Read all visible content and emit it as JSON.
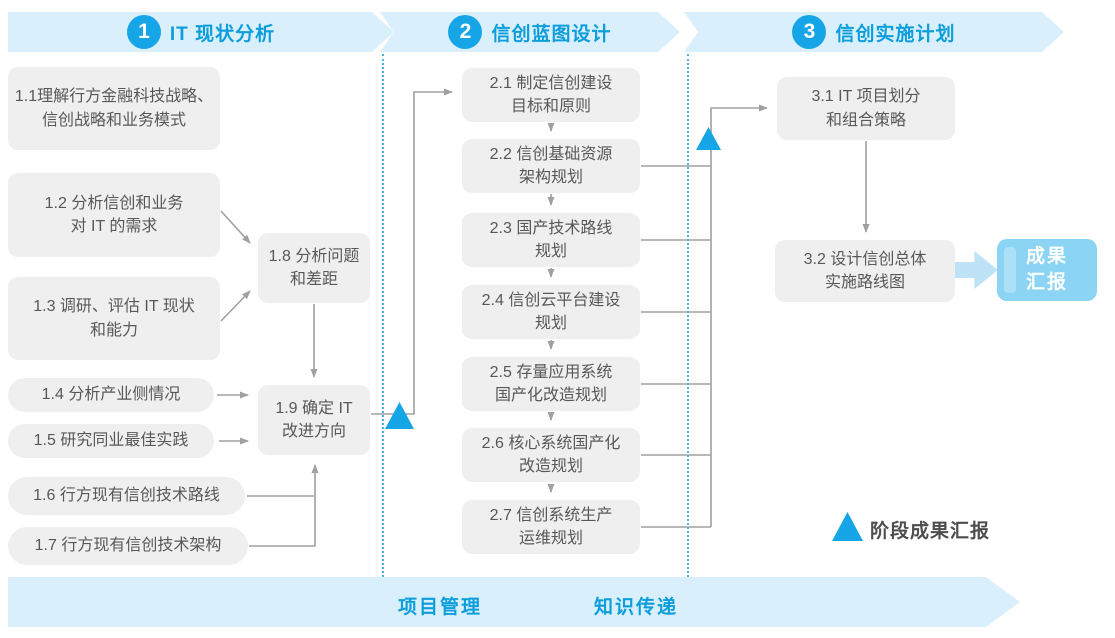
{
  "phases": [
    {
      "number": "1",
      "title": "IT 现状分析"
    },
    {
      "number": "2",
      "title": "信创蓝图设计"
    },
    {
      "number": "3",
      "title": "信创实施计划"
    }
  ],
  "phase1": {
    "b11": {
      "l1": "1.1理解行方金融科技战略、",
      "l2": "信创战略和业务模式"
    },
    "b12": {
      "l1": "1.2 分析信创和业务",
      "l2": "对 IT 的需求"
    },
    "b13": {
      "l1": "1.3 调研、评估 IT 现状",
      "l2": "和能力"
    },
    "b14": {
      "l1": "1.4 分析产业侧情况"
    },
    "b15": {
      "l1": "1.5 研究同业最佳实践"
    },
    "b16": {
      "l1": "1.6 行方现有信创技术路线"
    },
    "b17": {
      "l1": "1.7 行方现有信创技术架构"
    },
    "b18": {
      "l1": "1.8 分析问题",
      "l2": "和差距"
    },
    "b19": {
      "l1": "1.9 确定 IT",
      "l2": "改进方向"
    }
  },
  "phase2": {
    "b21": {
      "l1": "2.1 制定信创建设",
      "l2": "目标和原则"
    },
    "b22": {
      "l1": "2.2 信创基础资源",
      "l2": "架构规划"
    },
    "b23": {
      "l1": "2.3 国产技术路线",
      "l2": "规划"
    },
    "b24": {
      "l1": "2.4 信创云平台建设",
      "l2": "规划"
    },
    "b25": {
      "l1": "2.5 存量应用系统",
      "l2": "国产化改造规划"
    },
    "b26": {
      "l1": "2.6 核心系统国产化",
      "l2": "改造规划"
    },
    "b27": {
      "l1": "2.7 信创系统生产",
      "l2": "运维规划"
    }
  },
  "phase3": {
    "b31": {
      "l1": "3.1 IT 项目划分",
      "l2": "和组合策略"
    },
    "b32": {
      "l1": "3.2 设计信创总体",
      "l2": "实施路线图"
    }
  },
  "result_box": {
    "l1": "成果",
    "l2": "汇报"
  },
  "legend": {
    "label": "阶段成果汇报"
  },
  "footer": {
    "left_label": "项目管理",
    "right_label": "知识传递"
  },
  "colors": {
    "banner_bg": "#D9EFFB",
    "accent_blue": "#16A5E6",
    "title_blue": "#0C9EDC",
    "node_bg": "#EFEFEF",
    "node_text": "#595757",
    "line_gray": "#9FA0A0",
    "result_bg": "#8BD4F3",
    "result_arrow_bg": "#BEE3F7",
    "legend_text": "#4D4D4D"
  }
}
